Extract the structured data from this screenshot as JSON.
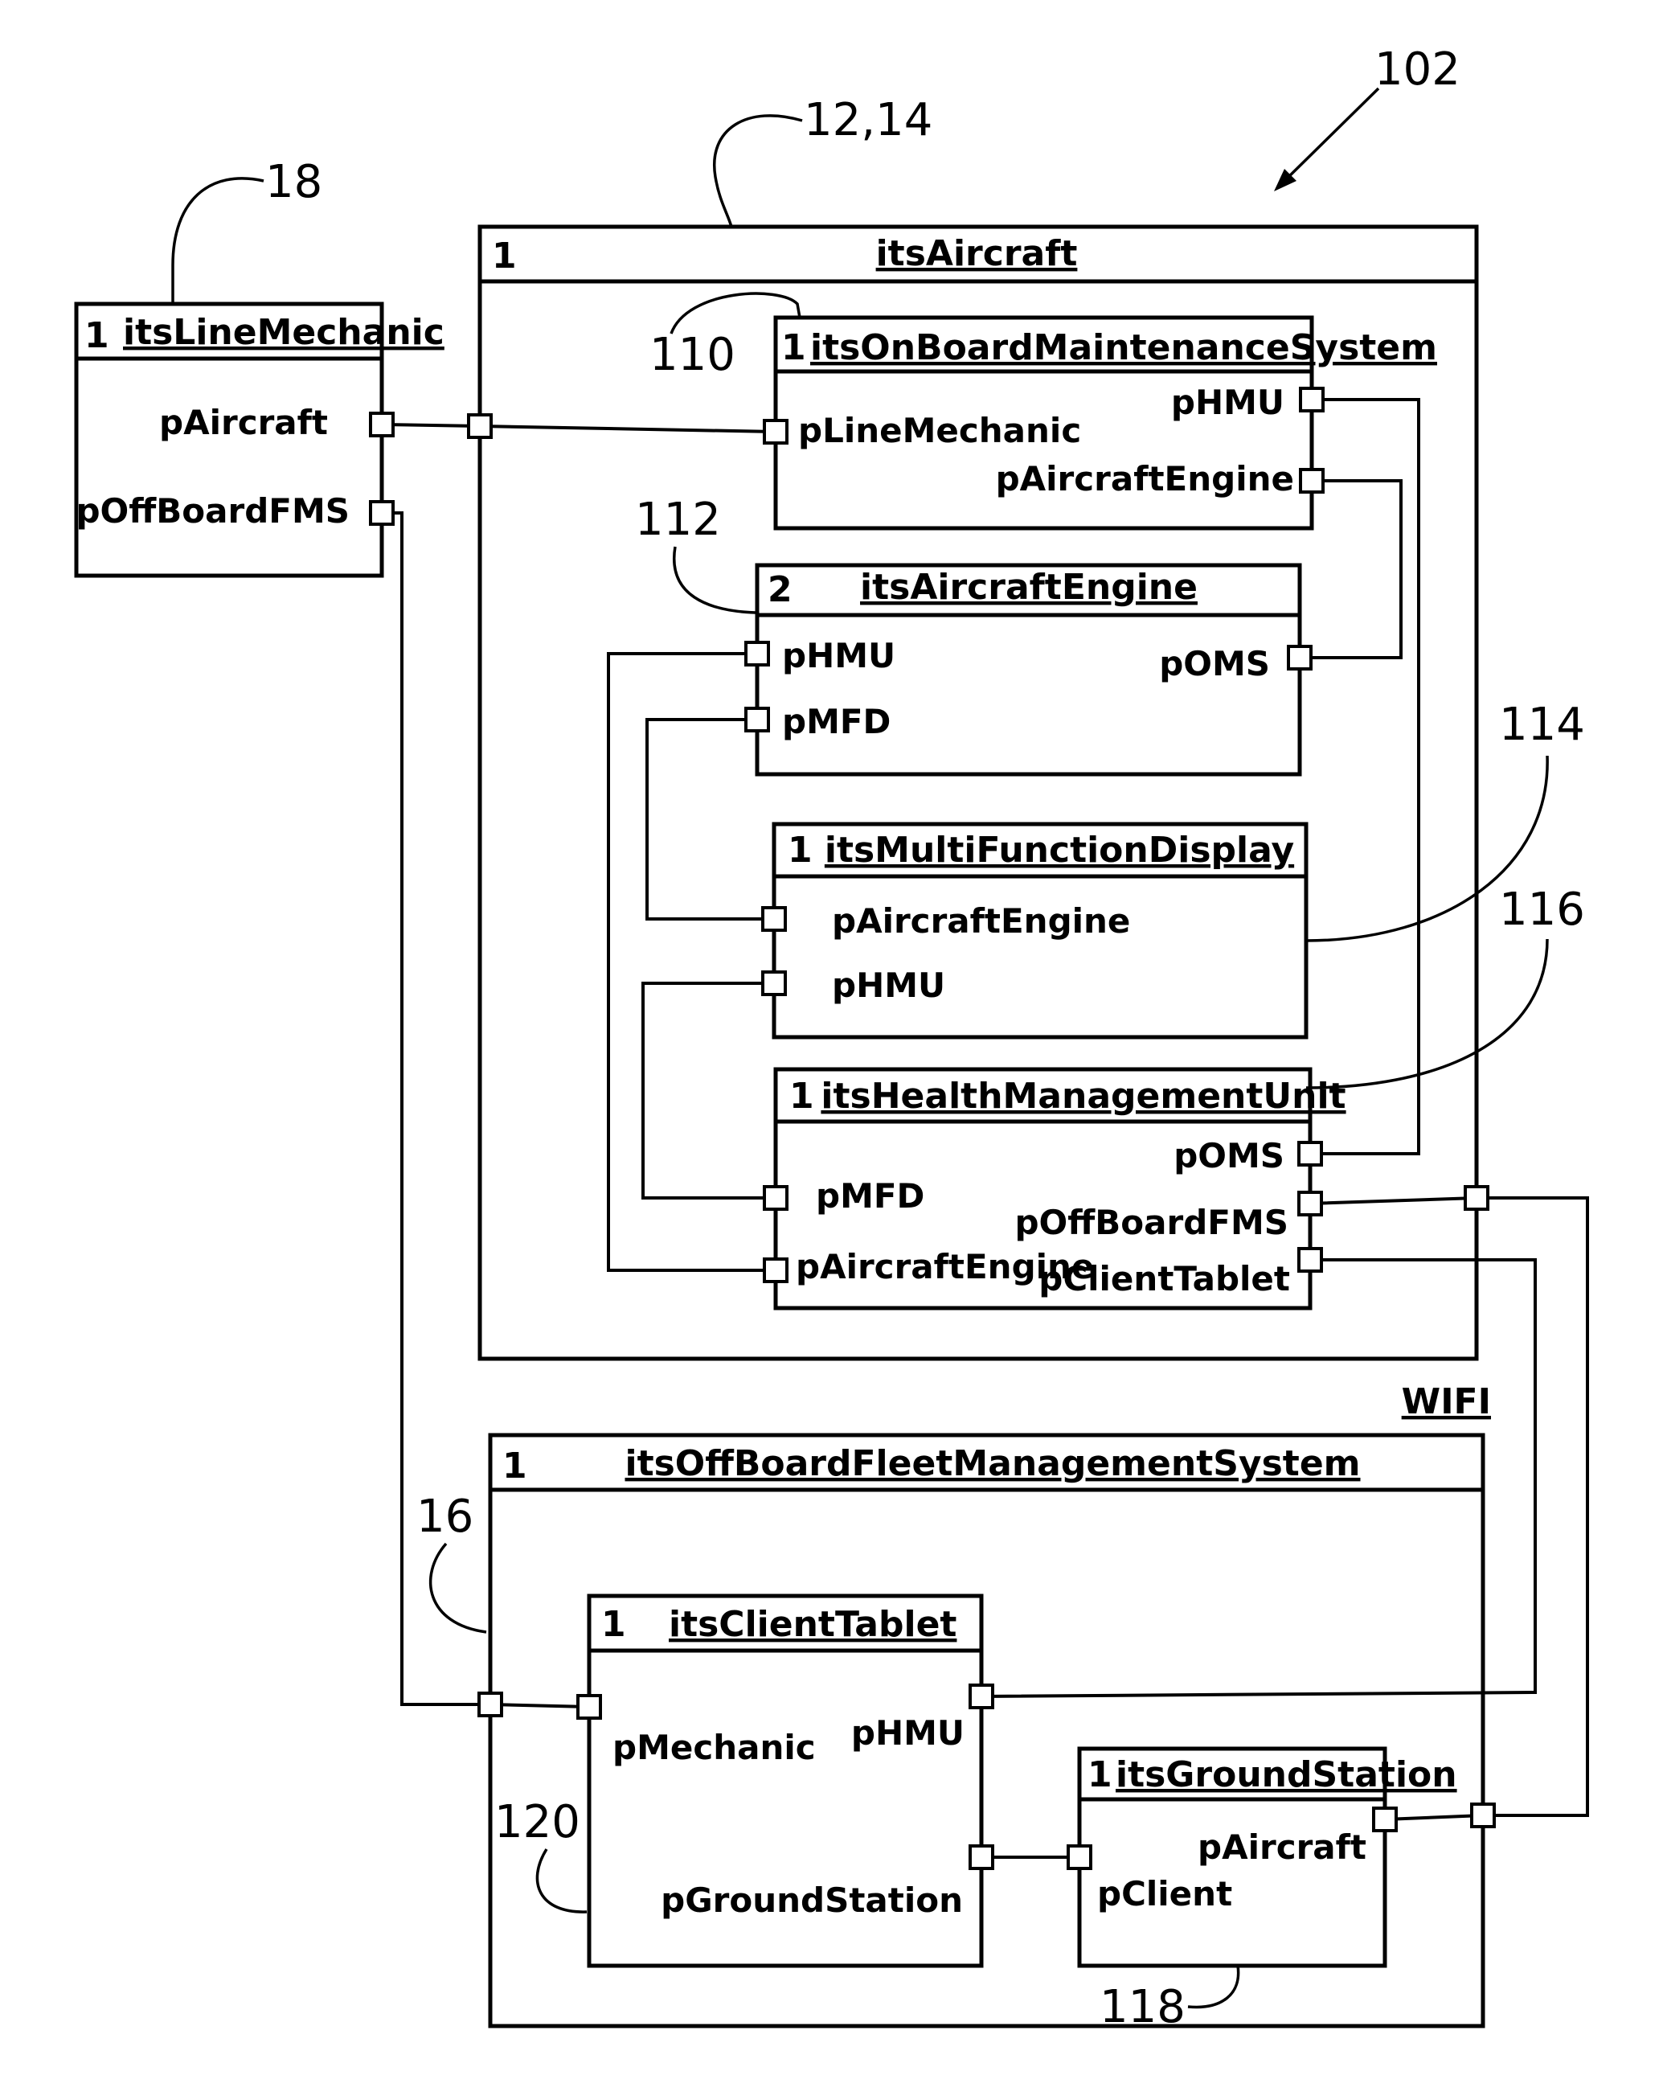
{
  "references": {
    "figure": "102",
    "aircraft": "12,14",
    "line_mechanic": "18",
    "obms": "110",
    "engine": "112",
    "mfd": "114",
    "hmu": "116",
    "ground_station": "118",
    "client_tablet": "120",
    "offboard_fms": "16"
  },
  "blocks": {
    "line_mechanic": {
      "multiplicity": "1",
      "title": "itsLineMechanic",
      "ports": {
        "p_aircraft": "pAircraft",
        "p_offboard": "pOffBoardFMS"
      }
    },
    "aircraft": {
      "multiplicity": "1",
      "title": "itsAircraft"
    },
    "obms": {
      "multiplicity": "1",
      "title": "itsOnBoardMaintenanceSystem",
      "ports": {
        "p_line_mechanic": "pLineMechanic",
        "p_hmu": "pHMU",
        "p_aircraft_engine": "pAircraftEngine"
      }
    },
    "engine": {
      "multiplicity": "2",
      "title": "itsAircraftEngine",
      "ports": {
        "p_hmu": "pHMU",
        "p_mfd": "pMFD",
        "p_oms": "pOMS"
      }
    },
    "mfd": {
      "multiplicity": "1",
      "title": "itsMultiFunctionDisplay",
      "ports": {
        "p_aircraft_engine": "pAircraftEngine",
        "p_hmu": "pHMU"
      }
    },
    "hmu": {
      "multiplicity": "1",
      "title": "itsHealthManagementUnit",
      "ports": {
        "p_oms": "pOMS",
        "p_mfd": "pMFD",
        "p_offboard": "pOffBoardFMS",
        "p_aircraft_engine": "pAircraftEngine",
        "p_client_tablet": "pClientTablet"
      }
    },
    "offboard_fms": {
      "multiplicity": "1",
      "title": "itsOffBoardFleetManagementSystem",
      "annotation": "WIFI"
    },
    "client_tablet": {
      "multiplicity": "1",
      "title": "itsClientTablet",
      "ports": {
        "p_mechanic": "pMechanic",
        "p_hmu": "pHMU",
        "p_ground_station": "pGroundStation"
      }
    },
    "ground_station": {
      "multiplicity": "1",
      "title": "itsGroundStation",
      "ports": {
        "p_client": "pClient",
        "p_aircraft": "pAircraft"
      }
    }
  }
}
